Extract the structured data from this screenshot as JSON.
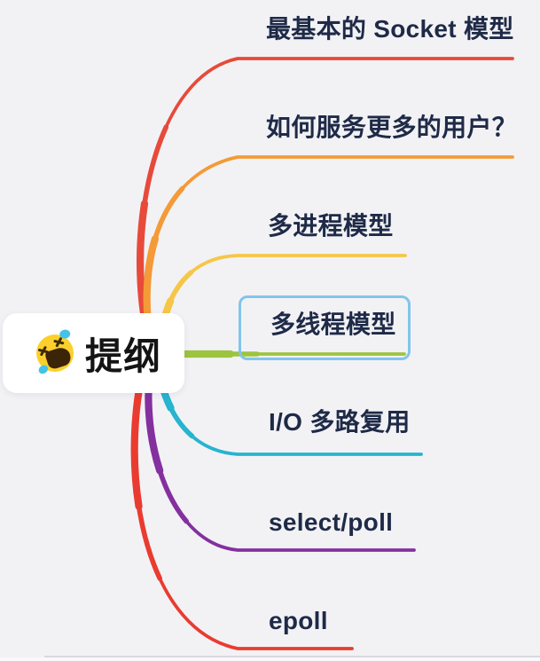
{
  "app": {
    "type": "mind-map"
  },
  "canvas": {
    "background": "#f2f2f5",
    "bottom_divider_color": "#d9d9dd"
  },
  "root": {
    "label": "提纲",
    "emoji_icon": "rofl-laughing-emoji"
  },
  "branches": [
    {
      "id": "socket-basic",
      "label": "最基本的 Socket 模型",
      "color": "#e74a3a",
      "selected": false
    },
    {
      "id": "serve-more-users",
      "label": "如何服务更多的用户？",
      "color": "#f49a37",
      "selected": false
    },
    {
      "id": "multi-process",
      "label": "多进程模型",
      "color": "#f6c647",
      "selected": false
    },
    {
      "id": "multi-thread",
      "label": "多线程模型",
      "color": "#9cc43e",
      "selected": true
    },
    {
      "id": "io-multiplexing",
      "label": "I/O 多路复用",
      "color": "#26b4cf",
      "selected": false
    },
    {
      "id": "select-poll",
      "label": "select/poll",
      "color": "#84309f",
      "selected": false
    },
    {
      "id": "epoll",
      "label": "epoll",
      "color": "#ea3b30",
      "selected": false
    }
  ],
  "selection": {
    "border_color": "#81c4ec"
  },
  "text_color": "#1e2a47"
}
